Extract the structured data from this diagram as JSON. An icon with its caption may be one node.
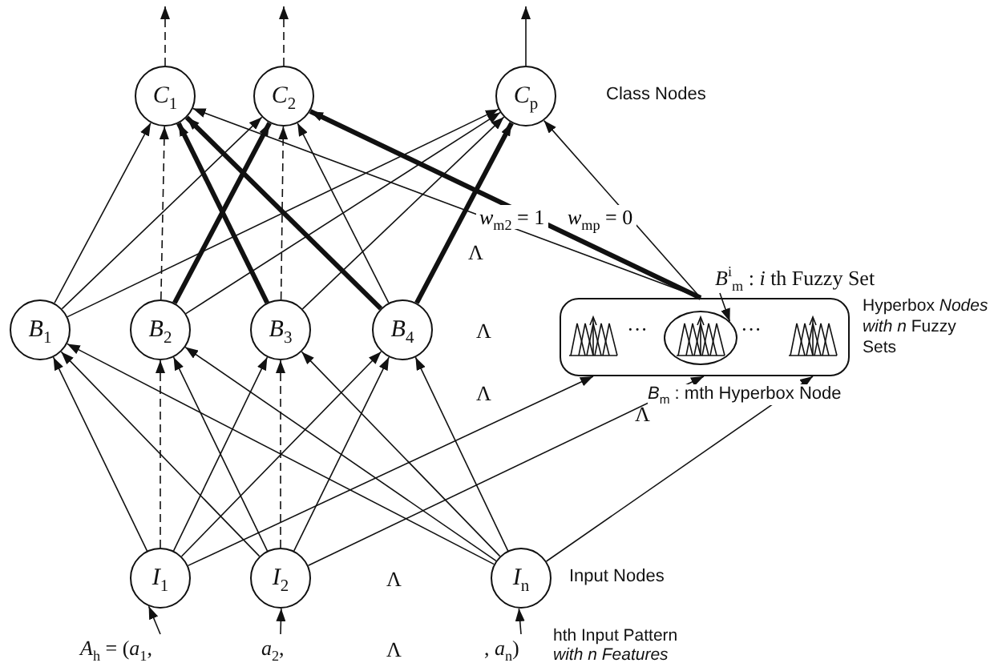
{
  "diagram": {
    "nodes": [
      {
        "text": [
          "*C*$_{1}$"
        ]
      },
      {
        "text": [
          "*C*$_{2}$"
        ]
      },
      {
        "text": [
          "*C*$_{p}$"
        ]
      },
      {
        "text": [
          "*B*$_{1}$"
        ]
      },
      {
        "text": [
          "*B*$_{2}$"
        ]
      },
      {
        "text": [
          "*B*$_{3}$"
        ]
      },
      {
        "text": [
          "*B*$_{4}$"
        ]
      },
      {
        "text": [],
        "shape": "box",
        "beside": [
          "Hyperbox *Nodes with n* Fuzzy Sets",
          "*B*$_{m}$ : mth Hyperbox Node"
        ]
      },
      {
        "text": [],
        "shape": "circle",
        "in": 7
      },
      {
        "text": [
          "*B*$^{i}$$_{m}$ : *i* th Fuzzy Set"
        ]
      },
      {
        "text": [
          "*I*$_{1}$"
        ]
      },
      {
        "text": [
          "*I*$_{2}$"
        ]
      },
      {
        "text": [
          "*I*$_{n}$"
        ]
      },
      {
        "text": [
          "*A*$_{h}$ = (*a*$_{1}$,"
        ]
      },
      {
        "text": [
          "*a*$_{2}$,"
        ]
      },
      {
        "text": [
          ", *a*$_{n}$)"
        ]
      }
    ],
    "edges": [
      {
        "from": 0,
        "to": null,
        "arrow": "to",
        "style": "dashed"
      },
      {
        "from": 1,
        "to": null,
        "arrow": "to",
        "style": "dashed"
      },
      {
        "from": 2,
        "to": null,
        "arrow": "to"
      },
      {
        "from": 3,
        "to": 0,
        "arrow": "to"
      },
      {
        "from": 3,
        "to": 1,
        "arrow": "to"
      },
      {
        "from": 3,
        "to": 2,
        "arrow": "to"
      },
      {
        "from": 4,
        "to": 0,
        "arrow": "to",
        "style": "dashed"
      },
      {
        "from": 4,
        "to": 1,
        "arrow": "to",
        "style": "thick"
      },
      {
        "from": 4,
        "to": 2,
        "arrow": "to"
      },
      {
        "from": 5,
        "to": 0,
        "arrow": "to",
        "style": "thick"
      },
      {
        "from": 5,
        "to": 1,
        "arrow": "to",
        "style": "dashed"
      },
      {
        "from": 5,
        "to": 2,
        "arrow": "to"
      },
      {
        "from": 6,
        "to": 0,
        "arrow": "to",
        "style": "thick"
      },
      {
        "from": 6,
        "to": 1,
        "arrow": "to"
      },
      {
        "from": 6,
        "to": 2,
        "arrow": "to",
        "style": "thick"
      },
      {
        "from": 7,
        "to": 0,
        "arrow": "to"
      },
      {
        "from": 7,
        "to": 1,
        "arrow": "to",
        "style": "thick",
        "label": "*w*$_{m2}$ = 1"
      },
      {
        "from": 7,
        "to": 2,
        "arrow": "to",
        "label": "*w*$_{mp}$ = 0"
      },
      {
        "from": 9,
        "to": 8,
        "arrow": "to"
      },
      {
        "from": 10,
        "to": 3,
        "arrow": "to"
      },
      {
        "from": 10,
        "to": 4,
        "arrow": "to",
        "style": "dashed"
      },
      {
        "from": 10,
        "to": 5,
        "arrow": "to"
      },
      {
        "from": 10,
        "to": 6,
        "arrow": "to"
      },
      {
        "from": 10,
        "to": 7,
        "arrow": "to"
      },
      {
        "from": 11,
        "to": 3,
        "arrow": "to"
      },
      {
        "from": 11,
        "to": 4,
        "arrow": "to"
      },
      {
        "from": 11,
        "to": 5,
        "arrow": "to",
        "style": "dashed"
      },
      {
        "from": 11,
        "to": 6,
        "arrow": "to"
      },
      {
        "from": 11,
        "to": 7,
        "arrow": "to"
      },
      {
        "from": 12,
        "to": 3,
        "arrow": "to"
      },
      {
        "from": 12,
        "to": 4,
        "arrow": "to"
      },
      {
        "from": 12,
        "to": 5,
        "arrow": "to"
      },
      {
        "from": 12,
        "to": 6,
        "arrow": "to"
      },
      {
        "from": 12,
        "to": 7,
        "arrow": "to"
      },
      {
        "from": 13,
        "to": 10,
        "arrow": "to"
      },
      {
        "from": 14,
        "to": 11,
        "arrow": "to"
      },
      {
        "from": 15,
        "to": 12,
        "arrow": "to"
      }
    ],
    "labels": [
      "Class Nodes",
      "Λ",
      "Λ",
      "···",
      "···",
      "Λ",
      "Λ",
      "Input Nodes",
      "Λ",
      "Λ",
      "hth Input Pattern *with n Features*"
    ]
  }
}
